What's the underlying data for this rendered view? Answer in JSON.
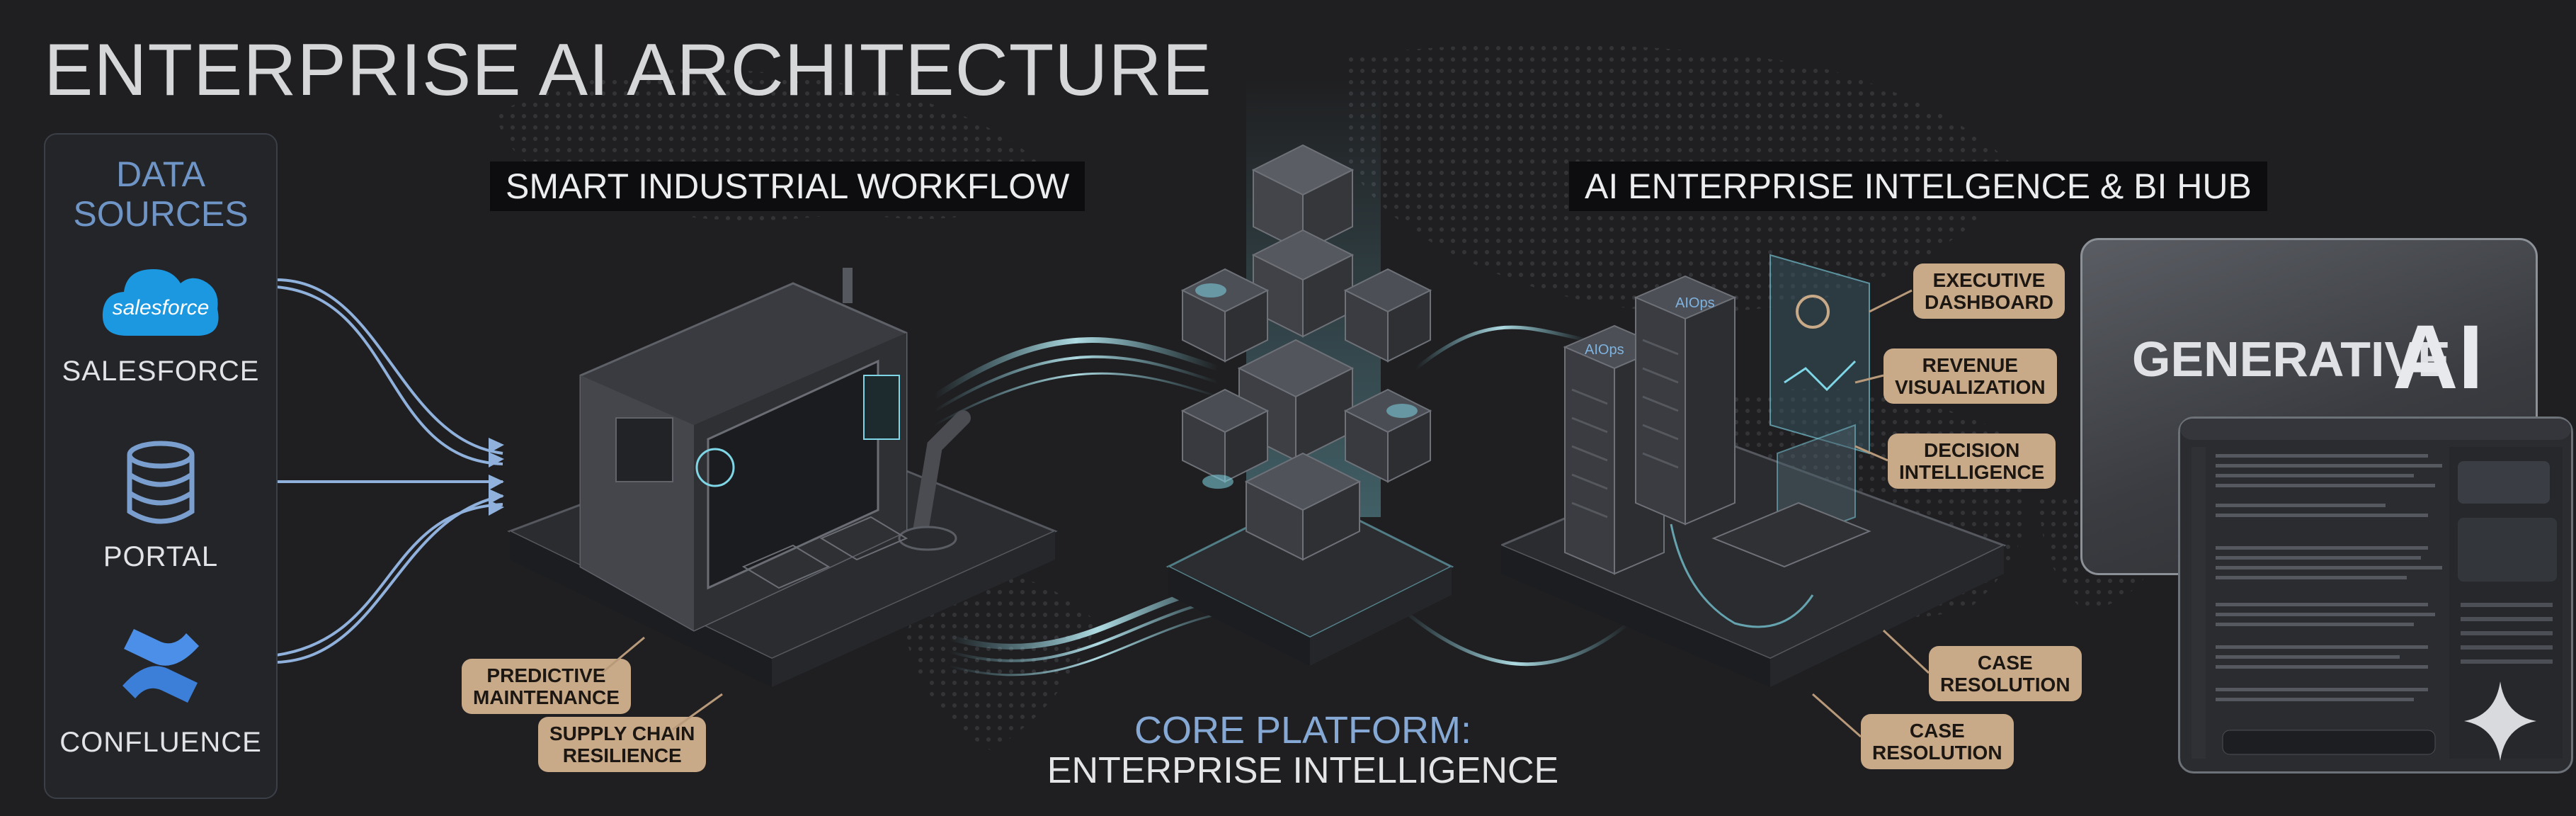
{
  "title": "ENTERPRISE AI ARCHITECTURE",
  "data_sources": {
    "title": "DATA SOURCES",
    "items": [
      {
        "label": "SALESFORCE",
        "logo_text": "salesforce",
        "icon": "salesforce-cloud-icon"
      },
      {
        "label": "PORTAL",
        "icon": "database-icon"
      },
      {
        "label": "CONFLUENCE",
        "icon": "confluence-icon"
      }
    ]
  },
  "workflow": {
    "title": "SMART INDUSTRIAL WORKFLOW",
    "callouts": [
      "PREDICTIVE\nMAINTENANCE",
      "SUPPLY CHAIN\nRESILIENCE"
    ]
  },
  "core": {
    "line1": "CORE PLATFORM:",
    "line2": "ENTERPRISE INTELLIGENCE"
  },
  "hub": {
    "title": "AI ENTERPRISE INTELGENCE & BI HUB",
    "server_labels": [
      "AIOps",
      "AIOps"
    ],
    "callouts": [
      "EXECUTIVE\nDASHBOARD",
      "REVENUE\nVISUALIZATION",
      "DECISION\nINTELLIGENCE",
      "CASE\nRESOLUTION",
      "CASE\nRESOLUTION"
    ]
  },
  "generative": {
    "word1": "GENERATIVE",
    "word2": "AI"
  },
  "colors": {
    "background": "#1f1f21",
    "accent_blue": "#6f95c6",
    "callout_tan": "#c8a988",
    "glow_cyan": "#7fd6e6"
  }
}
